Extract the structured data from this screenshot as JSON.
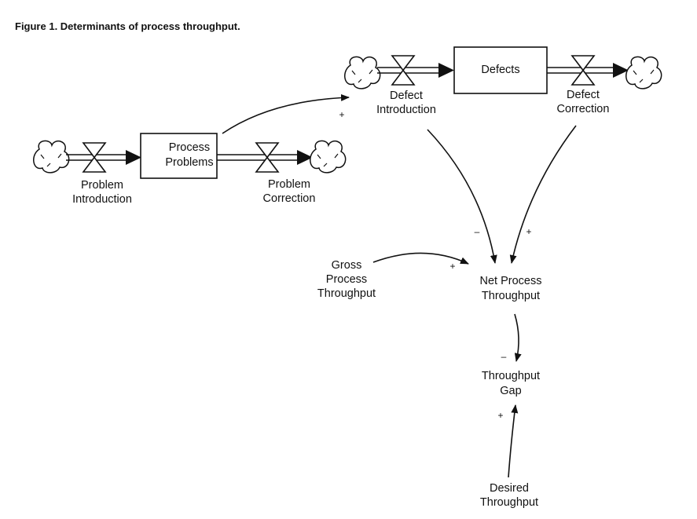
{
  "figure": {
    "title": "Figure 1. Determinants of process throughput."
  },
  "stocks": {
    "process_problems": [
      "Process",
      "Problems"
    ],
    "defects": [
      "Defects"
    ]
  },
  "flows": {
    "problem_introduction": [
      "Problem",
      "Introduction"
    ],
    "problem_correction": [
      "Problem",
      "Correction"
    ],
    "defect_introduction": [
      "Defect",
      "Introduction"
    ],
    "defect_correction": [
      "Defect",
      "Correction"
    ]
  },
  "variables": {
    "gross_process_throughput": [
      "Gross",
      "Process",
      "Throughput"
    ],
    "net_process_throughput": [
      "Net Process",
      "Throughput"
    ],
    "throughput_gap": [
      "Throughput",
      "Gap"
    ],
    "desired_throughput": [
      "Desired",
      "Throughput"
    ]
  },
  "polarities": {
    "problems_to_defect_intro": "+",
    "defect_intro_to_net": "–",
    "defect_correction_to_net": "+",
    "gross_to_net": "+",
    "net_to_gap": "–",
    "desired_to_gap": "+"
  }
}
